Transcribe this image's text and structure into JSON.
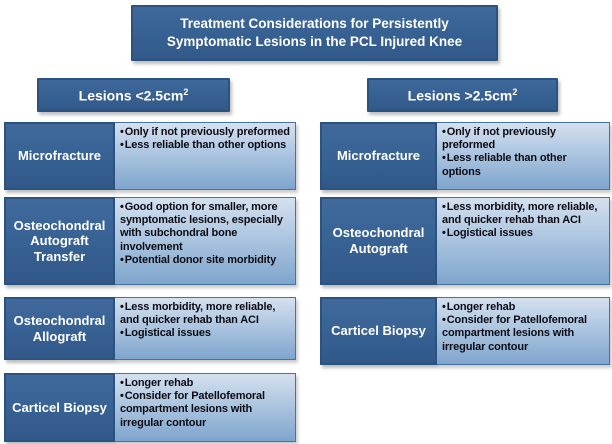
{
  "title": "Treatment Considerations for Persistently Symptomatic Lesions in the PCL Injured Knee",
  "colors": {
    "box_dark_blue": "#386294",
    "box_border": "#2a5380",
    "content_gradient_top": "#d4e0ef",
    "content_gradient_bottom": "#7fa5cd",
    "text_light": "#ffffff",
    "text_dark": "#0c0c14"
  },
  "columns": [
    {
      "header_text": "Lesions <2.5cm",
      "header_sup": "2",
      "rows": [
        {
          "label": "Microfracture",
          "bullets": [
            "Only if not previously preformed",
            "Less reliable than other options"
          ]
        },
        {
          "label": "Osteochondral Autograft Transfer",
          "bullets": [
            "Good option for smaller, more symptomatic lesions, especially with subchondral bone involvement",
            "Potential donor site morbidity"
          ]
        },
        {
          "label": "Osteochondral Allograft",
          "bullets": [
            "Less morbidity, more reliable, and quicker rehab than ACI",
            "Logistical issues"
          ]
        },
        {
          "label": "Carticel Biopsy",
          "bullets": [
            "Longer rehab",
            "Consider for Patellofemoral compartment lesions with irregular contour"
          ]
        }
      ]
    },
    {
      "header_text": "Lesions >2.5cm",
      "header_sup": "2",
      "rows": [
        {
          "label": "Microfracture",
          "bullets": [
            "Only if not previously preformed",
            "Less reliable than other options"
          ]
        },
        {
          "label": "Osteochondral Autograft",
          "bullets": [
            "Less morbidity, more reliable, and quicker rehab than ACI",
            "Logistical issues"
          ]
        },
        {
          "label": "Carticel Biopsy",
          "bullets": [
            "Longer rehab",
            "Consider for Patellofemoral compartment lesions with irregular contour"
          ]
        }
      ]
    }
  ]
}
